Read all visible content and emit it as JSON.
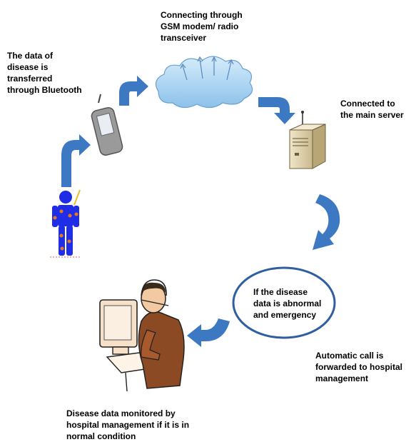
{
  "labels": {
    "gsm": "Connecting through\nGSM modem/ radio\ntransceiver",
    "bluetooth": "The data of\ndisease is\ntransferred\nthrough Bluetooth",
    "server": "Connected to\nthe main server",
    "abnormal": "If the disease\ndata is abnormal\nand emergency",
    "autocall": "Automatic call is\nforwarded to hospital\nmanagement",
    "monitored": "Disease data monitored by\nhospital management  if it is in\nnormal condition"
  },
  "colors": {
    "arrow": "#3d78c2",
    "cloud": "#a9d2f0",
    "patient": "#1f2ee6",
    "sensor": "#e87722",
    "ellipse_stroke": "#2f5f9e"
  }
}
